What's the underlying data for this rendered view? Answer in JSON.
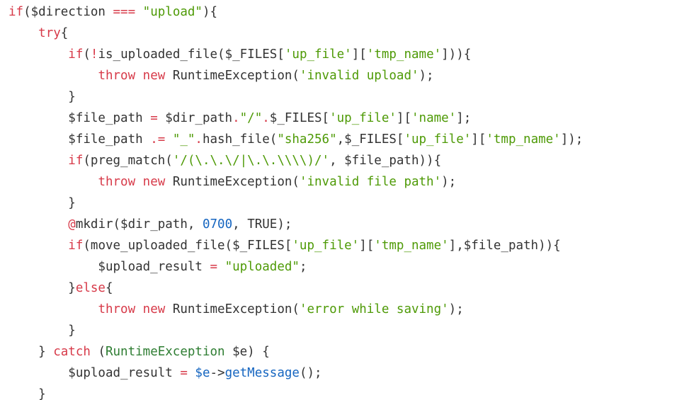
{
  "code": {
    "lines": [
      [
        [
          "kw",
          "if"
        ],
        [
          "plain",
          "($direction "
        ],
        [
          "op",
          "==="
        ],
        [
          "plain",
          " "
        ],
        [
          "str",
          "\"upload\""
        ],
        [
          "plain",
          "){"
        ]
      ],
      [
        [
          "plain",
          "    "
        ],
        [
          "kw",
          "try"
        ],
        [
          "plain",
          "{"
        ]
      ],
      [
        [
          "plain",
          "        "
        ],
        [
          "kw",
          "if"
        ],
        [
          "plain",
          "("
        ],
        [
          "op",
          "!"
        ],
        [
          "plain",
          "is_uploaded_file($_FILES["
        ],
        [
          "str",
          "'up_file'"
        ],
        [
          "plain",
          "]["
        ],
        [
          "str",
          "'tmp_name'"
        ],
        [
          "plain",
          "])){"
        ]
      ],
      [
        [
          "plain",
          "            "
        ],
        [
          "kw",
          "throw"
        ],
        [
          "plain",
          " "
        ],
        [
          "kw",
          "new"
        ],
        [
          "plain",
          " RuntimeException("
        ],
        [
          "str",
          "'invalid upload'"
        ],
        [
          "plain",
          ");"
        ]
      ],
      [
        [
          "plain",
          "        }"
        ]
      ],
      [
        [
          "plain",
          "        $file_path "
        ],
        [
          "op",
          "="
        ],
        [
          "plain",
          " $dir_path"
        ],
        [
          "op",
          "."
        ],
        [
          "str",
          "\"/\""
        ],
        [
          "op",
          "."
        ],
        [
          "plain",
          "$_FILES["
        ],
        [
          "str",
          "'up_file'"
        ],
        [
          "plain",
          "]["
        ],
        [
          "str",
          "'name'"
        ],
        [
          "plain",
          "];"
        ]
      ],
      [
        [
          "plain",
          "        $file_path "
        ],
        [
          "op",
          ".="
        ],
        [
          "plain",
          " "
        ],
        [
          "str",
          "\"_\""
        ],
        [
          "op",
          "."
        ],
        [
          "plain",
          "hash_file("
        ],
        [
          "str",
          "\"sha256\""
        ],
        [
          "plain",
          ",$_FILES["
        ],
        [
          "str",
          "'up_file'"
        ],
        [
          "plain",
          "]["
        ],
        [
          "str",
          "'tmp_name'"
        ],
        [
          "plain",
          "]);"
        ]
      ],
      [
        [
          "plain",
          "        "
        ],
        [
          "kw",
          "if"
        ],
        [
          "plain",
          "(preg_match("
        ],
        [
          "str",
          "'/(\\.\\.\\/|\\.\\.\\\\\\\\)/'"
        ],
        [
          "plain",
          ", $file_path)){"
        ]
      ],
      [
        [
          "plain",
          "            "
        ],
        [
          "kw",
          "throw"
        ],
        [
          "plain",
          " "
        ],
        [
          "kw",
          "new"
        ],
        [
          "plain",
          " RuntimeException("
        ],
        [
          "str",
          "'invalid file path'"
        ],
        [
          "plain",
          ");"
        ]
      ],
      [
        [
          "plain",
          "        }"
        ]
      ],
      [
        [
          "plain",
          "        "
        ],
        [
          "op",
          "@"
        ],
        [
          "plain",
          "mkdir($dir_path, "
        ],
        [
          "num",
          "0700"
        ],
        [
          "plain",
          ", TRUE);"
        ]
      ],
      [
        [
          "plain",
          "        "
        ],
        [
          "kw",
          "if"
        ],
        [
          "plain",
          "(move_uploaded_file($_FILES["
        ],
        [
          "str",
          "'up_file'"
        ],
        [
          "plain",
          "]["
        ],
        [
          "str",
          "'tmp_name'"
        ],
        [
          "plain",
          "],$file_path)){"
        ]
      ],
      [
        [
          "plain",
          "            $upload_result "
        ],
        [
          "op",
          "="
        ],
        [
          "plain",
          " "
        ],
        [
          "str",
          "\"uploaded\""
        ],
        [
          "plain",
          ";"
        ]
      ],
      [
        [
          "plain",
          "        }"
        ],
        [
          "kw",
          "else"
        ],
        [
          "plain",
          "{"
        ]
      ],
      [
        [
          "plain",
          "            "
        ],
        [
          "kw",
          "throw"
        ],
        [
          "plain",
          " "
        ],
        [
          "kw",
          "new"
        ],
        [
          "plain",
          " RuntimeException("
        ],
        [
          "str",
          "'error while saving'"
        ],
        [
          "plain",
          ");"
        ]
      ],
      [
        [
          "plain",
          "        }"
        ]
      ],
      [
        [
          "plain",
          "    } "
        ],
        [
          "kw",
          "catch"
        ],
        [
          "plain",
          " ("
        ],
        [
          "cls",
          "RuntimeException"
        ],
        [
          "plain",
          " $e) {"
        ]
      ],
      [
        [
          "plain",
          "        $upload_result "
        ],
        [
          "op",
          "="
        ],
        [
          "plain",
          " "
        ],
        [
          "fn",
          "$e"
        ],
        [
          "plain",
          "->"
        ],
        [
          "fn",
          "getMessage"
        ],
        [
          "plain",
          "();"
        ]
      ],
      [
        [
          "plain",
          "    }"
        ]
      ]
    ]
  }
}
